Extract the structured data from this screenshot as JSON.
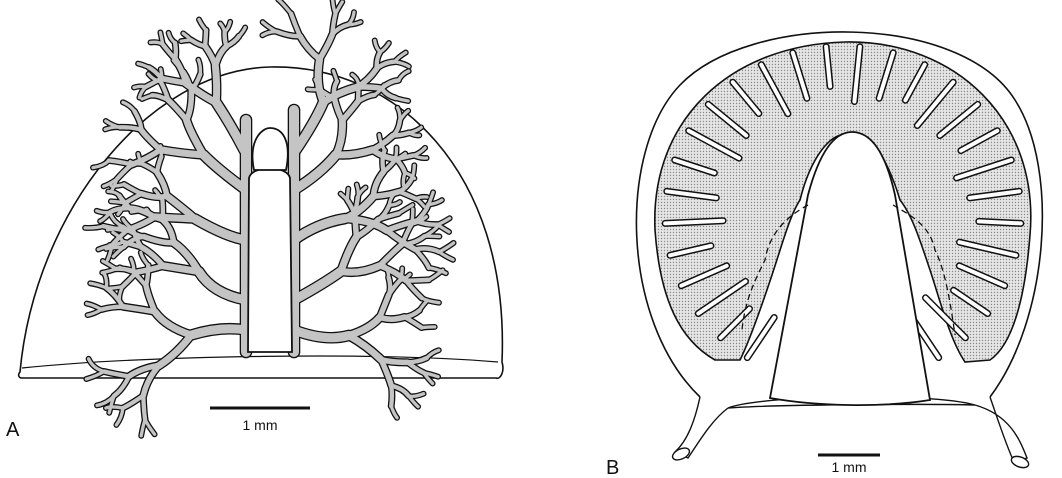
{
  "panels": [
    {
      "label": "A",
      "scale_label": "1 mm"
    },
    {
      "label": "B",
      "scale_label": "1 mm"
    }
  ],
  "colors": {
    "ink": "#111111",
    "stipple": "#c4c4c4",
    "paper": "#ffffff"
  }
}
